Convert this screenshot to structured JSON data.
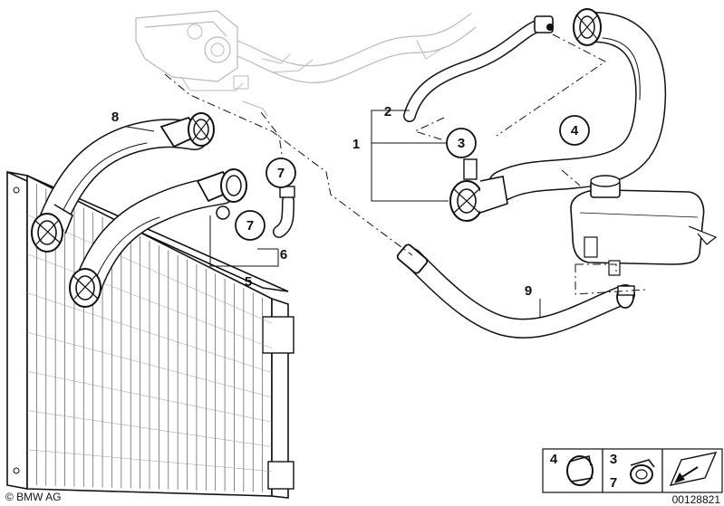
{
  "diagram": {
    "callouts": [
      {
        "id": "1",
        "text": "1"
      },
      {
        "id": "2",
        "text": "2"
      },
      {
        "id": "3",
        "text": "3"
      },
      {
        "id": "4",
        "text": "4"
      },
      {
        "id": "5",
        "text": "5"
      },
      {
        "id": "6",
        "text": "6"
      },
      {
        "id": "7a",
        "text": "7"
      },
      {
        "id": "7b",
        "text": "7"
      },
      {
        "id": "8",
        "text": "8"
      },
      {
        "id": "9",
        "text": "9"
      }
    ],
    "legend": {
      "left_number": "4",
      "mid_number_top": "3",
      "mid_number_bottom": "7"
    },
    "footer": {
      "brand": "© BMW AG",
      "drawing_number": "00128821"
    },
    "colors": {
      "line": "#111111",
      "ghost": "#b9b9b9",
      "hose_fill": "#ffffff"
    }
  }
}
